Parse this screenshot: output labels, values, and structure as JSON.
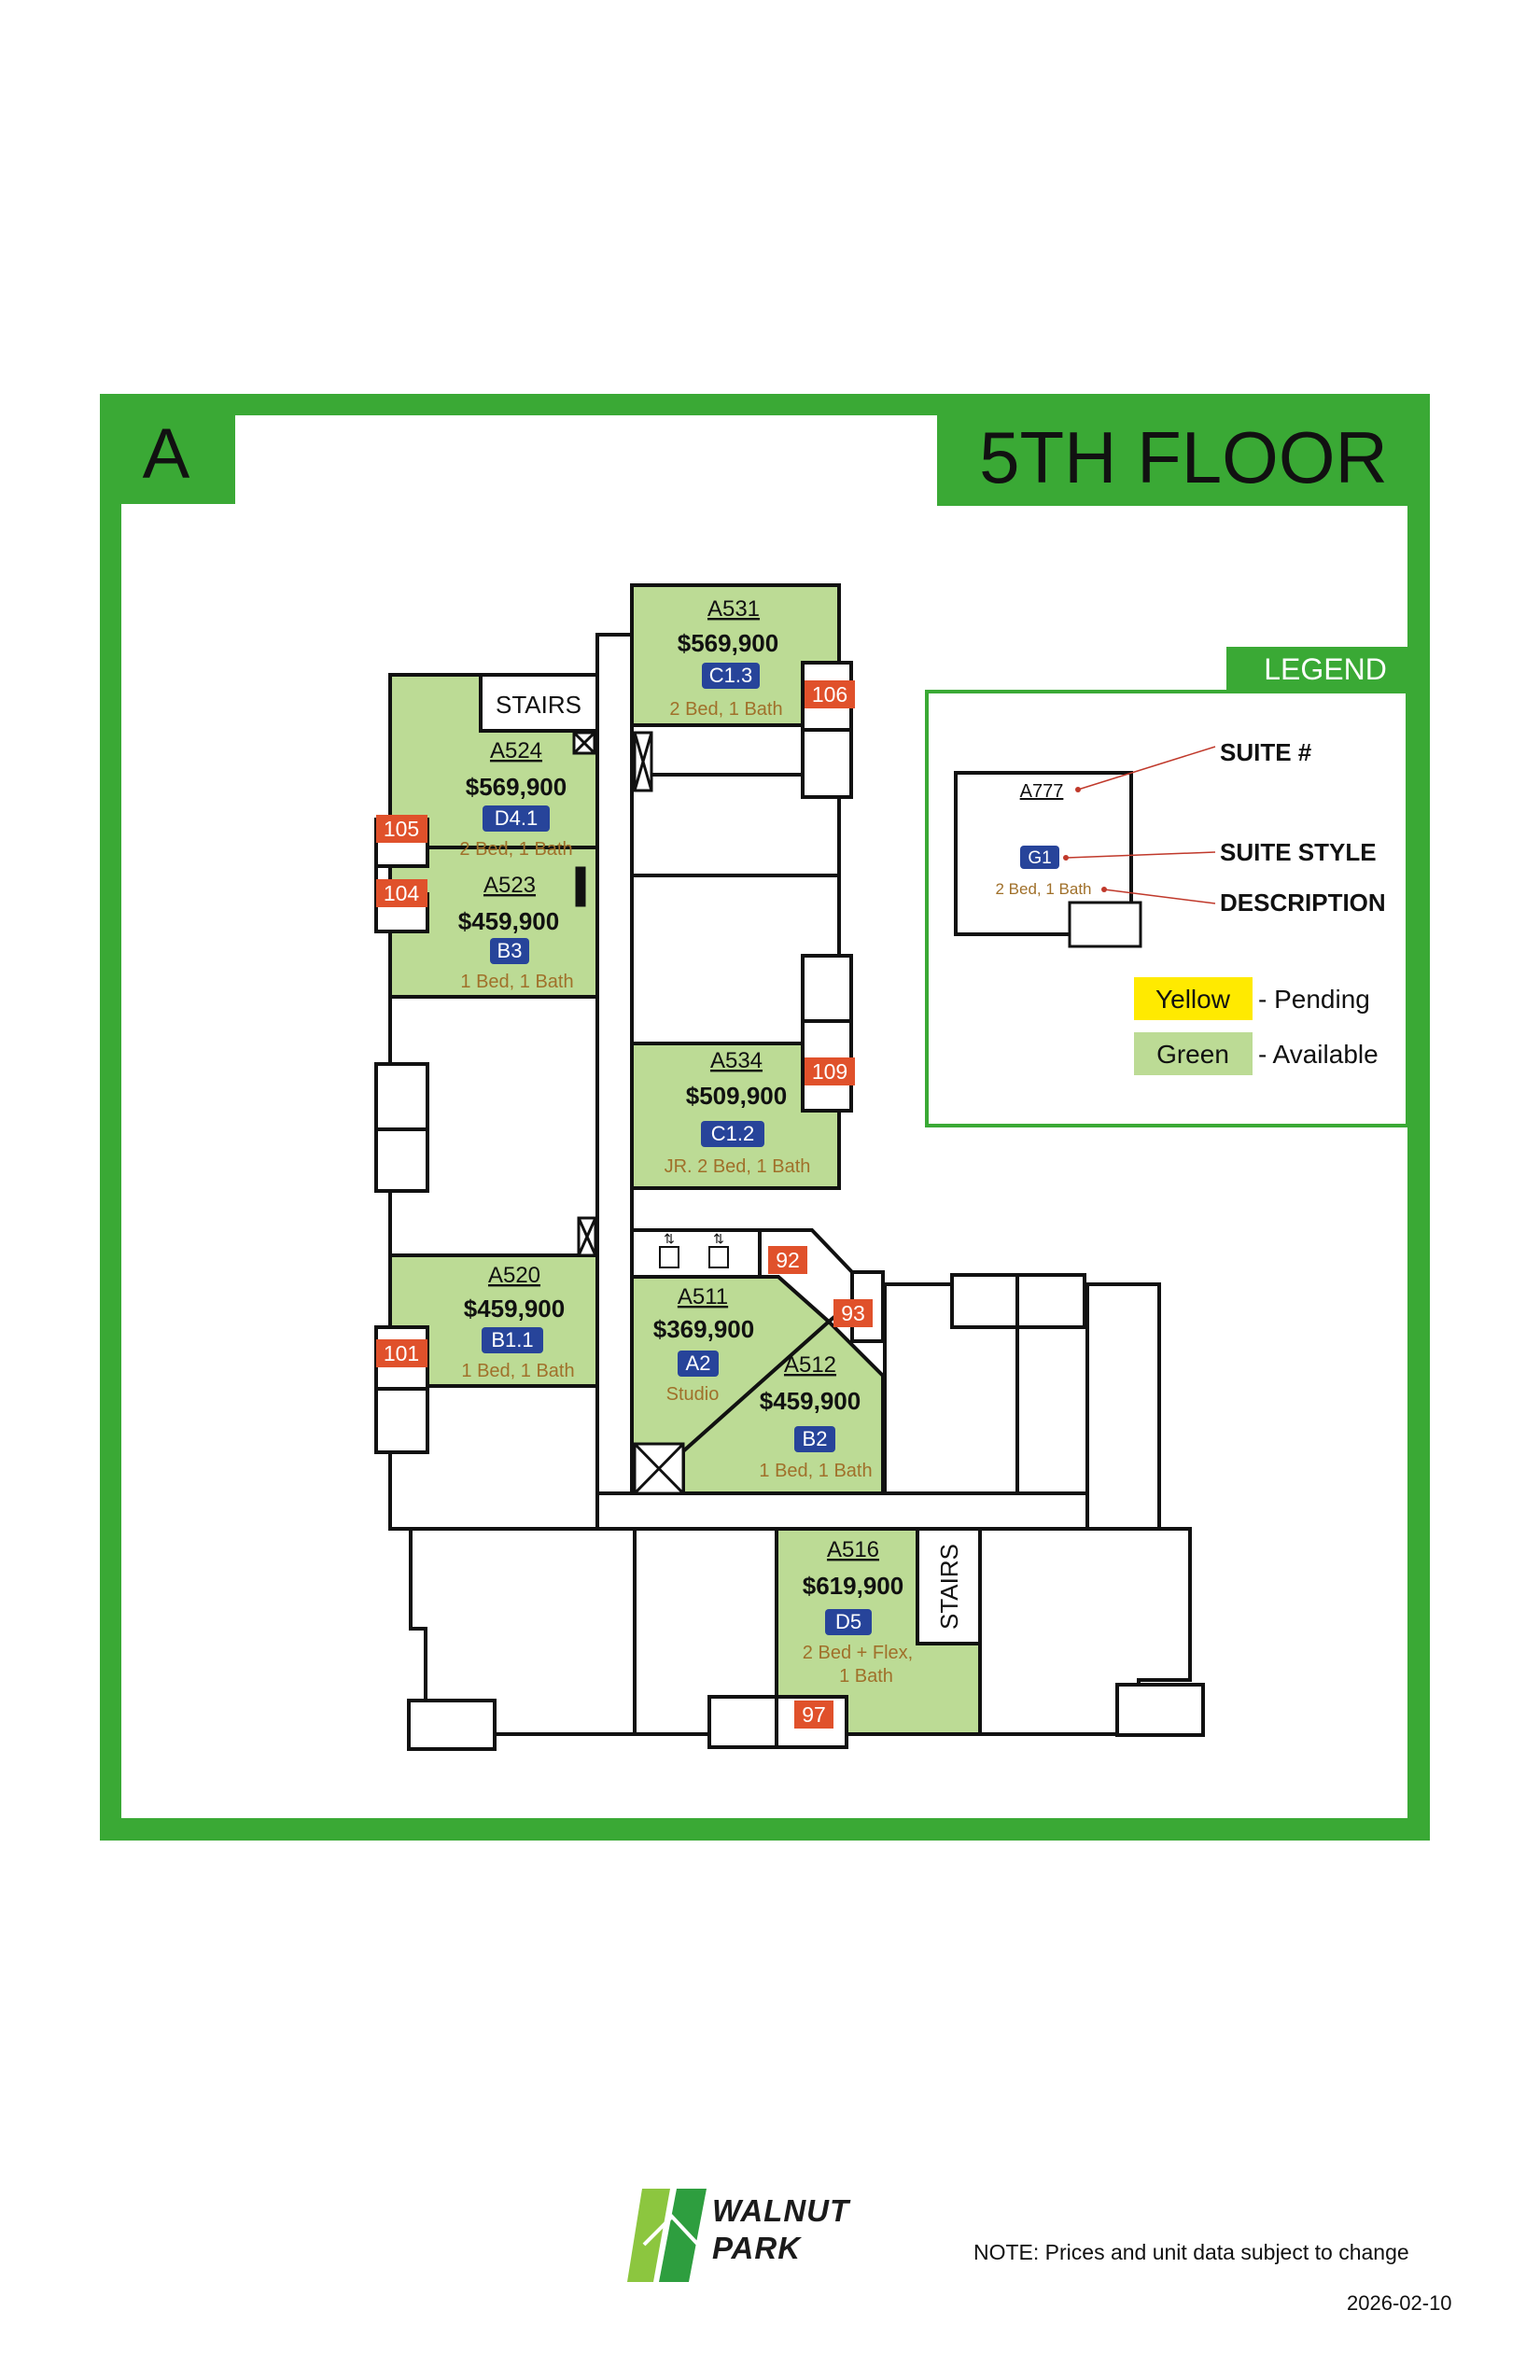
{
  "header": {
    "building": "A",
    "floor": "5TH FLOOR"
  },
  "legend": {
    "title": "LEGEND",
    "example_suite": "A777",
    "example_style": "G1",
    "example_desc": "2 Bed, 1 Bath",
    "suite_label": "SUITE #",
    "style_label": "SUITE STYLE",
    "desc_label": "DESCRIPTION",
    "yellow": "Yellow",
    "pending": "- Pending",
    "green": "Green",
    "available": "- Available"
  },
  "stairs_label": "STAIRS",
  "units": {
    "a531": {
      "id": "A531",
      "price": "$569,900",
      "style": "C1.3",
      "desc": "2 Bed, 1 Bath",
      "parking": "106"
    },
    "a524": {
      "id": "A524",
      "price": "$569,900",
      "style": "D4.1",
      "desc": "2 Bed, 1 Bath",
      "parking": "105"
    },
    "a523": {
      "id": "A523",
      "price": "$459,900",
      "style": "B3",
      "desc": "1 Bed, 1 Bath",
      "parking": "104"
    },
    "a534": {
      "id": "A534",
      "price": "$509,900",
      "style": "C1.2",
      "desc": "JR. 2 Bed, 1 Bath",
      "parking": "109"
    },
    "a520": {
      "id": "A520",
      "price": "$459,900",
      "style": "B1.1",
      "desc": "1 Bed, 1 Bath",
      "parking": "101"
    },
    "a511": {
      "id": "A511",
      "price": "$369,900",
      "style": "A2",
      "desc": "Studio",
      "parking": "92"
    },
    "a512": {
      "id": "A512",
      "price": "$459,900",
      "style": "B2",
      "desc": "1 Bed, 1 Bath",
      "parking": "93"
    },
    "a516": {
      "id": "A516",
      "price": "$619,900",
      "style": "D5",
      "desc_line1": "2 Bed + Flex,",
      "desc_line2": "1 Bath",
      "parking": "97"
    }
  },
  "footer": {
    "logo_line1": "WALNUT",
    "logo_line2": "PARK",
    "note": "NOTE: Prices and unit data subject to change",
    "date": "2026-02-10"
  },
  "colors": {
    "frame_green": "#3aa935",
    "unit_green": "#bcdb95",
    "pending_yellow": "#ffea00",
    "style_blue": "#27449a",
    "parking_red": "#e0512b",
    "desc_brown": "#a0702a"
  }
}
